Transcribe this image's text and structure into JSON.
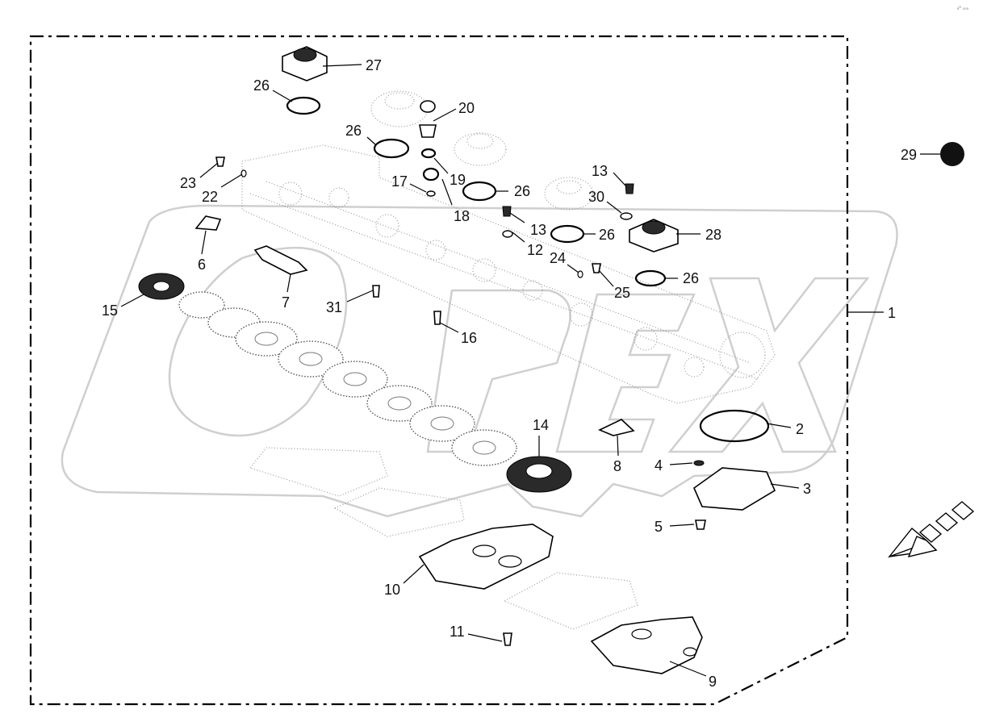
{
  "corner_mark": "₈ᴿ ₀₀₀",
  "colors": {
    "line": "#000000",
    "parts_dotted": "#9a9a9a",
    "watermark": "#cfcfcf",
    "marker": "#111111"
  },
  "watermark_text": "OPEX",
  "direction_arrow_icon": "travel-direction-arrow-icon",
  "callouts": [
    {
      "id": "c1",
      "label": "1"
    },
    {
      "id": "c2",
      "label": "2"
    },
    {
      "id": "c3",
      "label": "3"
    },
    {
      "id": "c4",
      "label": "4"
    },
    {
      "id": "c5",
      "label": "5"
    },
    {
      "id": "c6",
      "label": "6"
    },
    {
      "id": "c7",
      "label": "7"
    },
    {
      "id": "c8",
      "label": "8"
    },
    {
      "id": "c9",
      "label": "9"
    },
    {
      "id": "c10",
      "label": "10"
    },
    {
      "id": "c11",
      "label": "11"
    },
    {
      "id": "c12",
      "label": "12"
    },
    {
      "id": "c13a",
      "label": "13"
    },
    {
      "id": "c13b",
      "label": "13"
    },
    {
      "id": "c14",
      "label": "14"
    },
    {
      "id": "c15",
      "label": "15"
    },
    {
      "id": "c16",
      "label": "16"
    },
    {
      "id": "c17",
      "label": "17"
    },
    {
      "id": "c18",
      "label": "18"
    },
    {
      "id": "c19",
      "label": "19"
    },
    {
      "id": "c20",
      "label": "20"
    },
    {
      "id": "c22",
      "label": "22"
    },
    {
      "id": "c23",
      "label": "23"
    },
    {
      "id": "c24",
      "label": "24"
    },
    {
      "id": "c25",
      "label": "25"
    },
    {
      "id": "c26a",
      "label": "26"
    },
    {
      "id": "c26b",
      "label": "26"
    },
    {
      "id": "c26c",
      "label": "26"
    },
    {
      "id": "c26d",
      "label": "26"
    },
    {
      "id": "c26e",
      "label": "26"
    },
    {
      "id": "c27",
      "label": "27"
    },
    {
      "id": "c28",
      "label": "28"
    },
    {
      "id": "c29",
      "label": "29"
    },
    {
      "id": "c30",
      "label": "30"
    },
    {
      "id": "c31",
      "label": "31"
    }
  ]
}
